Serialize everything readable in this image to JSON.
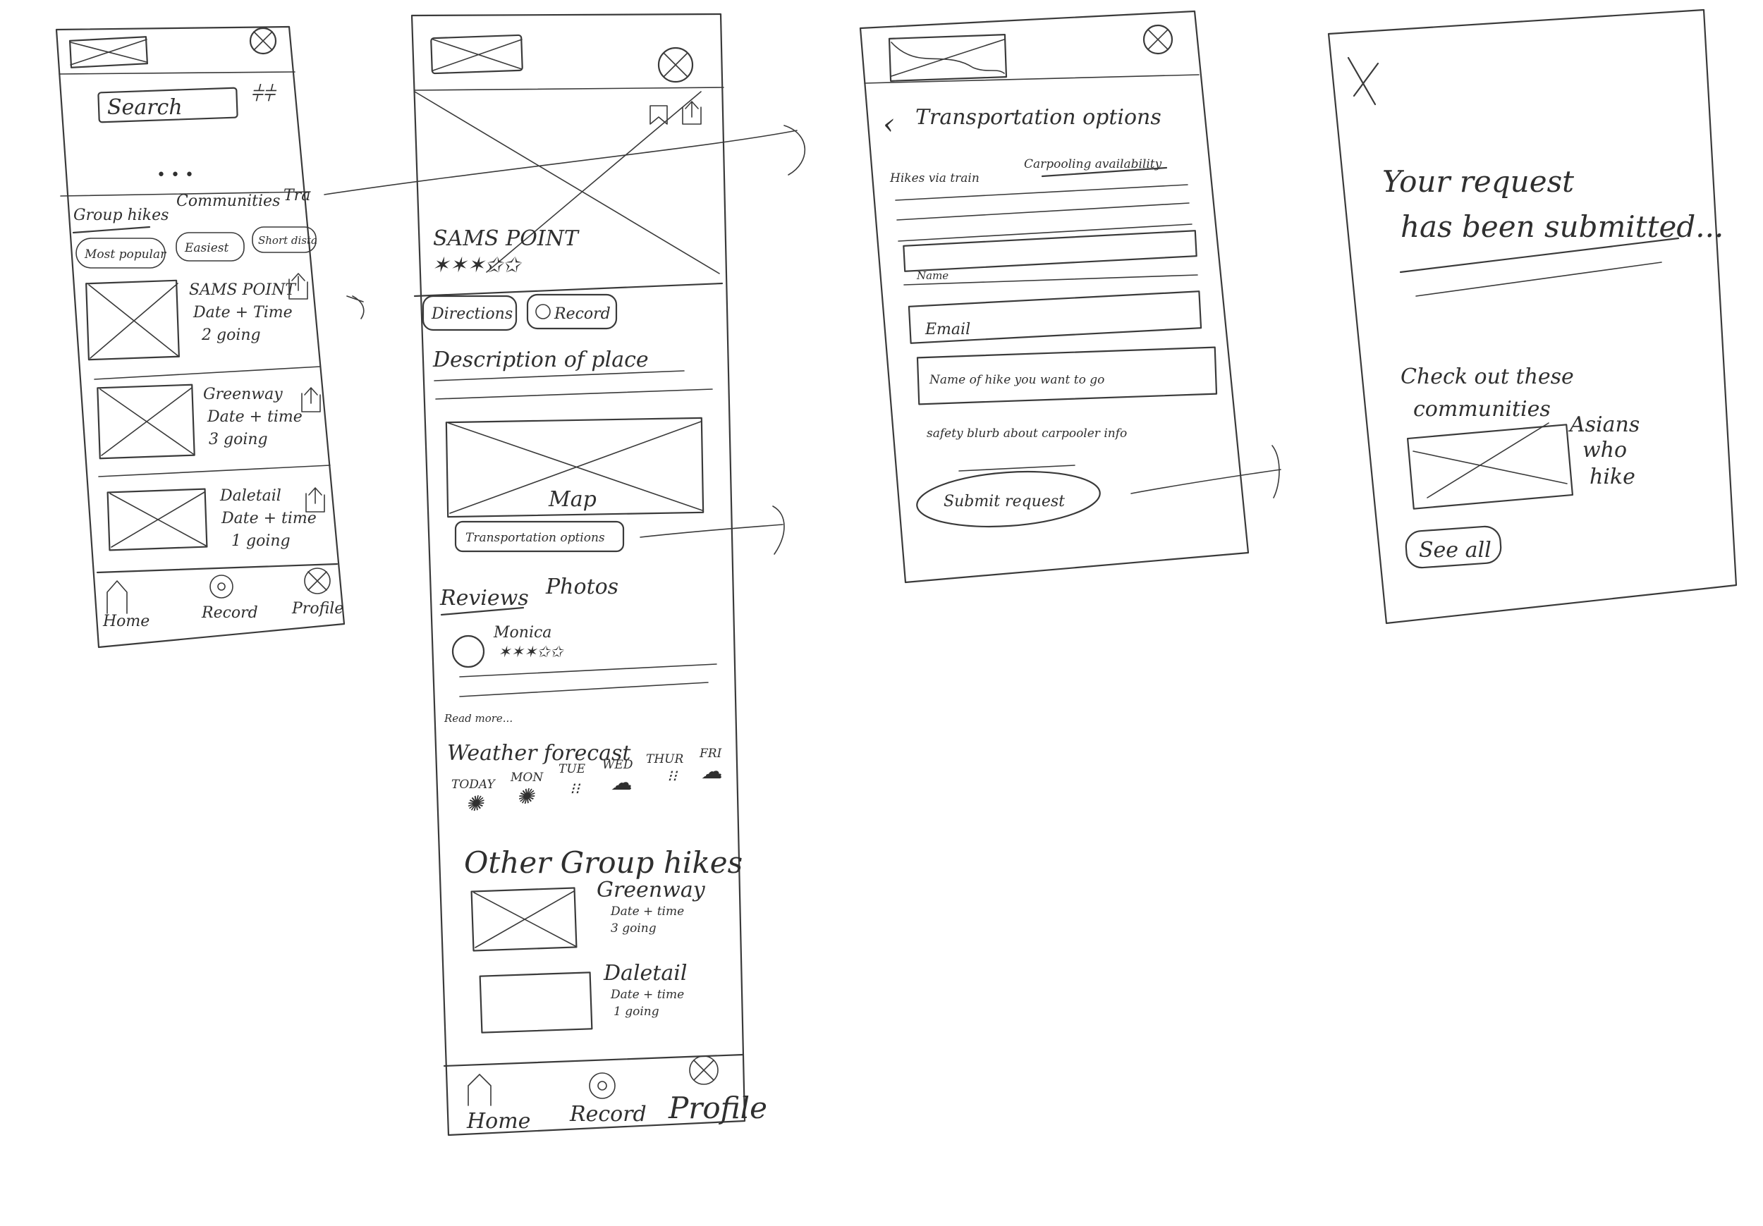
{
  "screen1": {
    "search_label": "Search",
    "more_dots": "• • •",
    "tabs": [
      "Group hikes",
      "Communities",
      "Tra"
    ],
    "filters": [
      "Most popular",
      "Easiest",
      "Short dista"
    ],
    "cards": [
      {
        "title": "SAMS POINT",
        "line2": "Date + Time",
        "line3": "2 going"
      },
      {
        "title": "Greenway",
        "line2": "Date + time",
        "line3": "3 going"
      },
      {
        "title": "Daletail",
        "line2": "Date + time",
        "line3": "1 going"
      }
    ],
    "nav": [
      "Home",
      "Record",
      "Profile"
    ]
  },
  "screen2": {
    "place_title": "SAMS POINT",
    "directions_label": "Directions",
    "record_label": "Record",
    "description": "Description of place",
    "map_label": "Map",
    "transport_button": "Transportation options",
    "tabs": [
      "Reviews",
      "Photos"
    ],
    "reviewer": "Monica",
    "read_more": "Read more...",
    "weather_title": "Weather forecast",
    "days": [
      "TODAY",
      "MON",
      "TUE",
      "WED",
      "THUR",
      "FRI"
    ],
    "other_title": "Other Group hikes",
    "others": [
      {
        "title": "Greenway",
        "line2": "Date + time",
        "line3": "3 going"
      },
      {
        "title": "Daletail",
        "line2": "Date + time",
        "line3": "1 going"
      }
    ],
    "nav": [
      "Home",
      "Record",
      "Profile"
    ]
  },
  "screen3": {
    "back_title": "Transportation options",
    "tab_train": "Hikes via train",
    "tab_carpool": "Carpooling availability",
    "field_name": "Name",
    "field_email": "Email",
    "field_hike": "Name of hike you want to go",
    "safety_blurb": "safety blurb about carpooler info",
    "submit": "Submit request"
  },
  "screen4": {
    "heading_line1": "Your request",
    "heading_line2": "has been submitted...",
    "communities_line1": "Check out these",
    "communities_line2": "communities",
    "community_name_lines": [
      "Asians",
      "who",
      "hike"
    ],
    "see_all": "See all"
  }
}
